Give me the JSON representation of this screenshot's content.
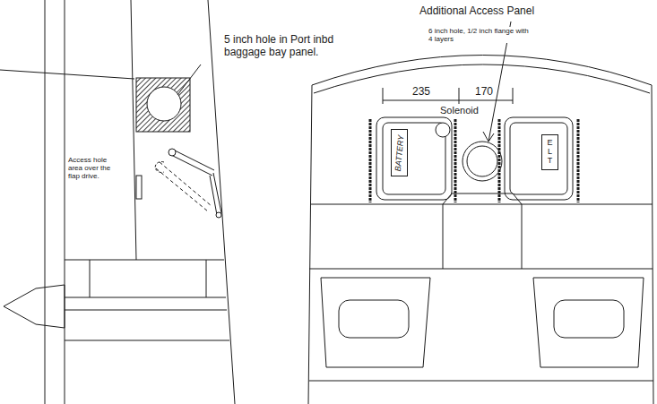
{
  "diagram": {
    "nodes": [
      {
        "text": [
          "BATTERY"
        ]
      },
      {
        "text": [
          "ELT"
        ]
      }
    ],
    "labels": [
      "5 inch hole in Port inbd baggage bay panel.",
      "Access hole area over the flap drive.",
      "Additional Access Panel",
      "6 inch hole, 1/2 inch flange with 4 layers",
      "235",
      "170",
      "Solenoid"
    ]
  }
}
